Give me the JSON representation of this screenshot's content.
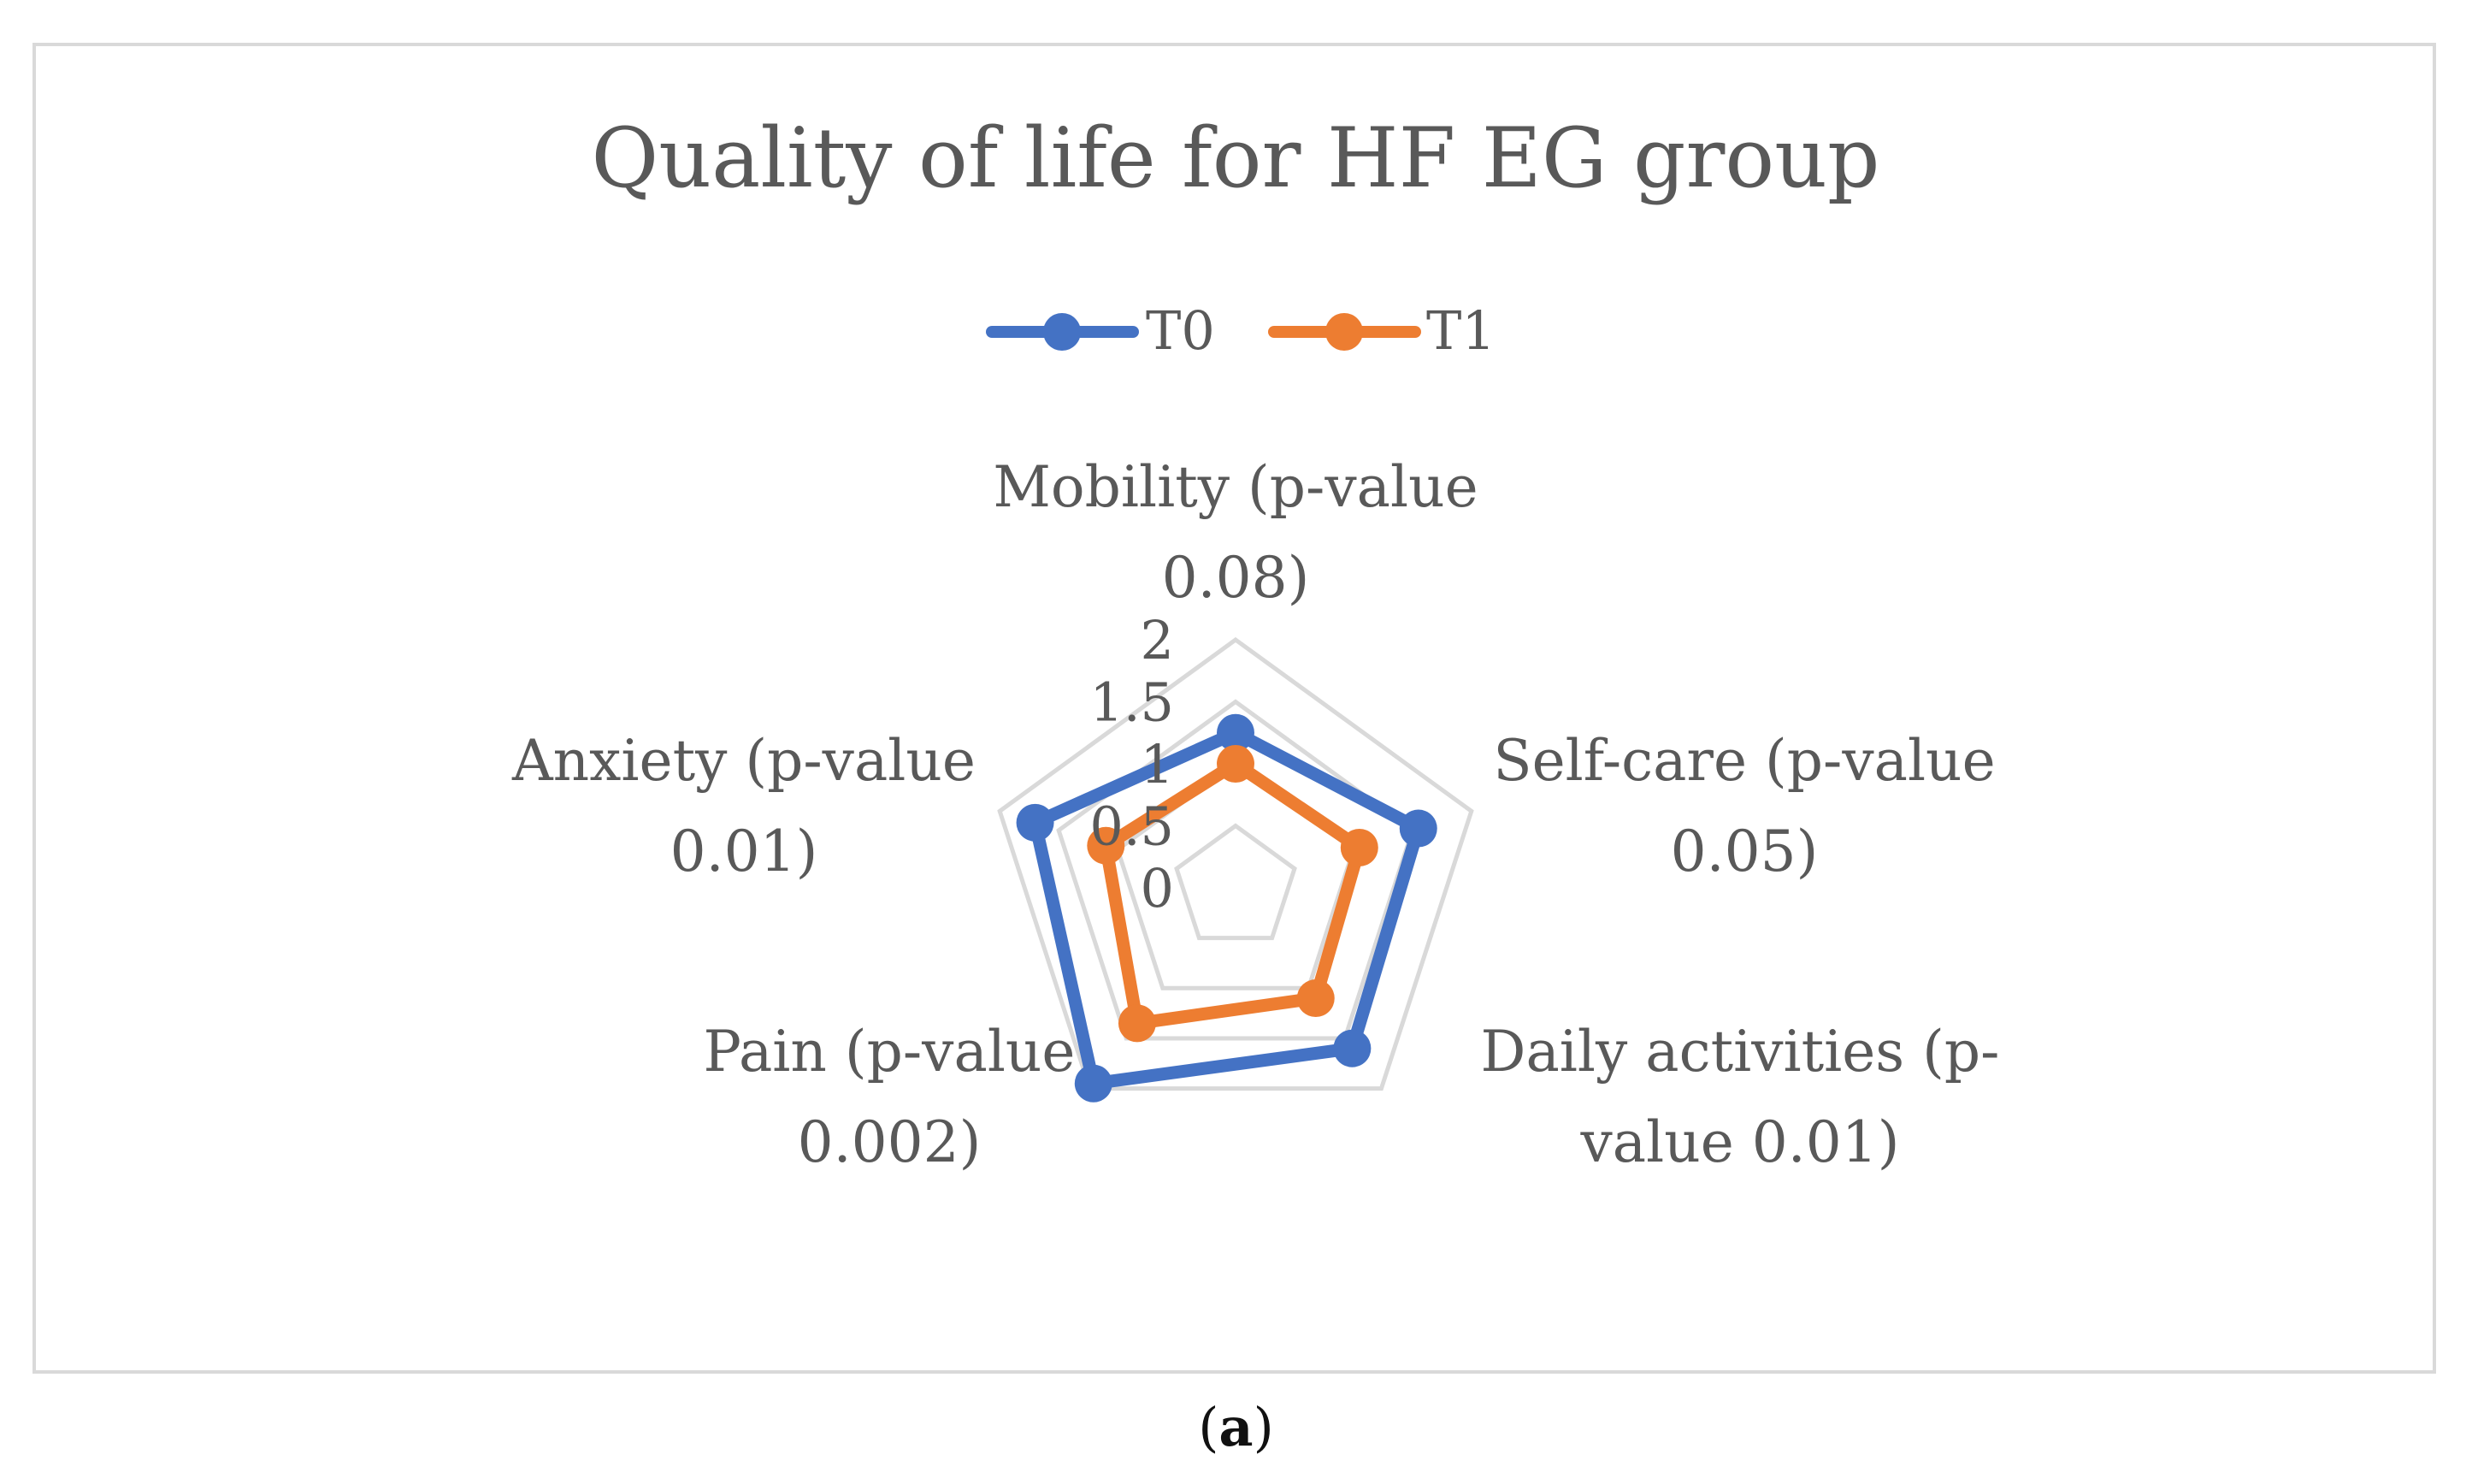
{
  "chart_data": {
    "type": "radar",
    "title": "Quality of life for HF EG group",
    "categories": [
      [
        "Mobility (p-value",
        "0.08)"
      ],
      [
        "Self-care (p-value",
        "0.05)"
      ],
      [
        "Daily activities (p-",
        "value 0.01)"
      ],
      [
        "Pain (p-value",
        "0.002)"
      ],
      [
        "Anxiety (p-value",
        "0.01)"
      ]
    ],
    "rlim": [
      0,
      2
    ],
    "ticks": [
      "0",
      "0.5",
      "1",
      "1.5",
      "2"
    ],
    "series": [
      {
        "name": "T0",
        "color": "#4472c4",
        "values": [
          1.25,
          1.55,
          1.6,
          1.95,
          1.7
        ]
      },
      {
        "name": "T1",
        "color": "#ed7d31",
        "values": [
          1.0,
          1.05,
          1.1,
          1.35,
          1.1
        ]
      }
    ],
    "legend": "top",
    "grid": true,
    "grid_color": "#d9d9d9"
  },
  "caption": {
    "open": "(",
    "letter": "a",
    "close": ")"
  }
}
